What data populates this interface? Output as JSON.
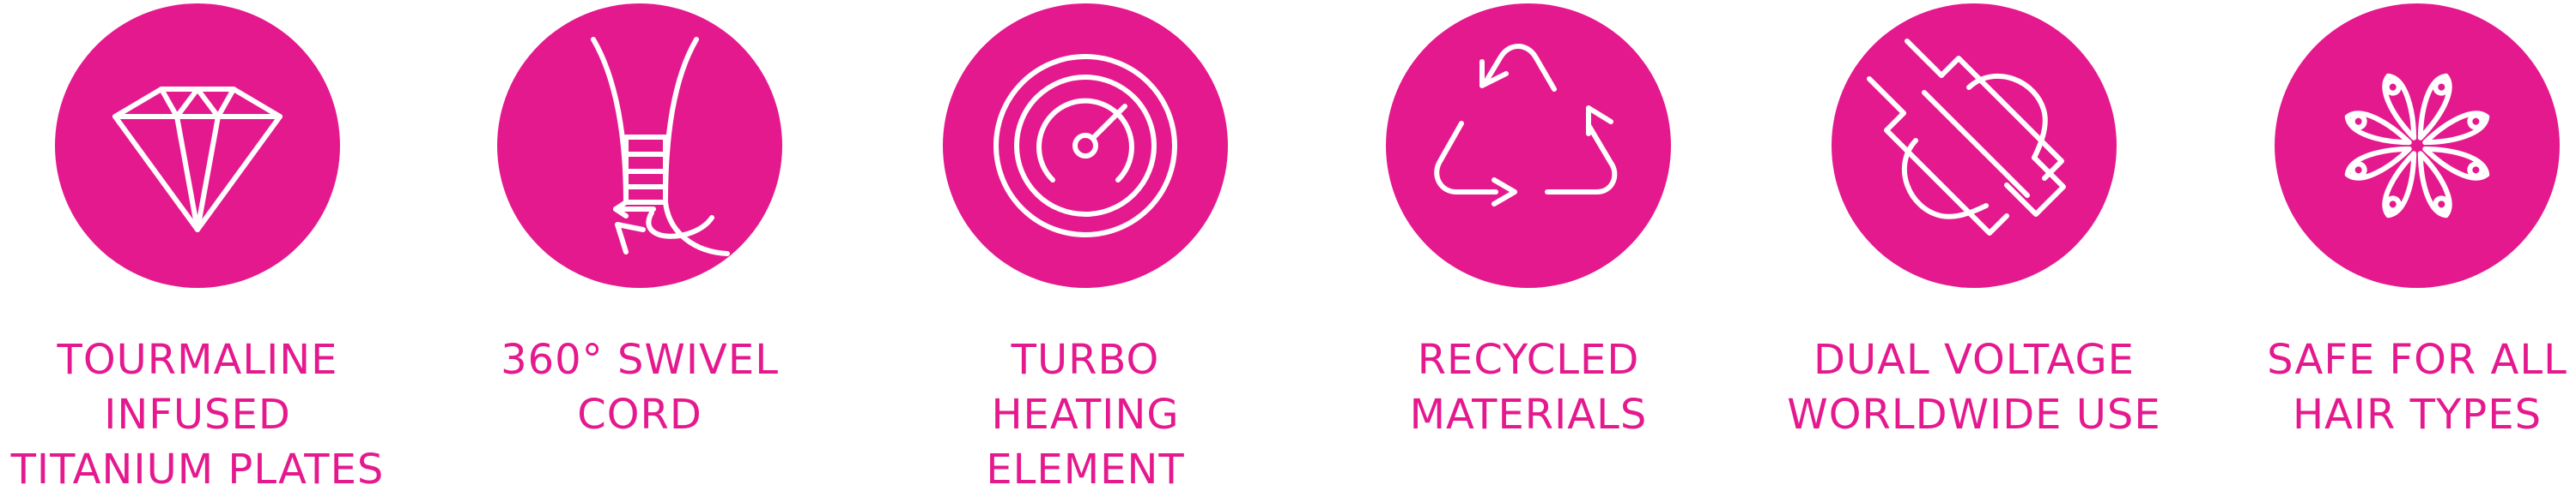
{
  "colors": {
    "brand_pink": "#E5198E",
    "icon_stroke": "#FFFFFF",
    "background": "#FFFFFF"
  },
  "features": [
    {
      "icon": "diamond-icon",
      "label_lines": [
        "TOURMALINE",
        "INFUSED",
        "TITANIUM PLATES"
      ]
    },
    {
      "icon": "swivel-cord-icon",
      "label_lines": [
        "360° SWIVEL",
        "CORD"
      ]
    },
    {
      "icon": "gauge-icon",
      "label_lines": [
        "TURBO",
        "HEATING",
        "ELEMENT"
      ]
    },
    {
      "icon": "recycle-icon",
      "label_lines": [
        "RECYCLED",
        "MATERIALS"
      ]
    },
    {
      "icon": "plug-icon",
      "label_lines": [
        "DUAL VOLTAGE",
        "WORLDWIDE USE"
      ]
    },
    {
      "icon": "hair-types-icon",
      "label_lines": [
        "SAFE FOR ALL",
        "HAIR TYPES"
      ]
    }
  ]
}
